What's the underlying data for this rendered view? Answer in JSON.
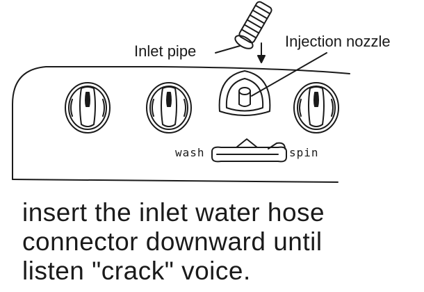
{
  "labels": {
    "inlet_pipe": "Inlet pipe",
    "injection_nozzle": "Injection nozzle",
    "wash": "wash",
    "spin": "spin"
  },
  "caption": {
    "line1": "insert the inlet water hose",
    "line2": "connector downward until",
    "line3": "listen \"crack\" voice."
  },
  "icons": [
    "inlet-pipe-icon",
    "down-arrow-icon",
    "injection-nozzle-icon",
    "knob-icon",
    "selector-switch-icon"
  ],
  "colors": {
    "ink": "#1a1a1a",
    "background": "#ffffff"
  }
}
